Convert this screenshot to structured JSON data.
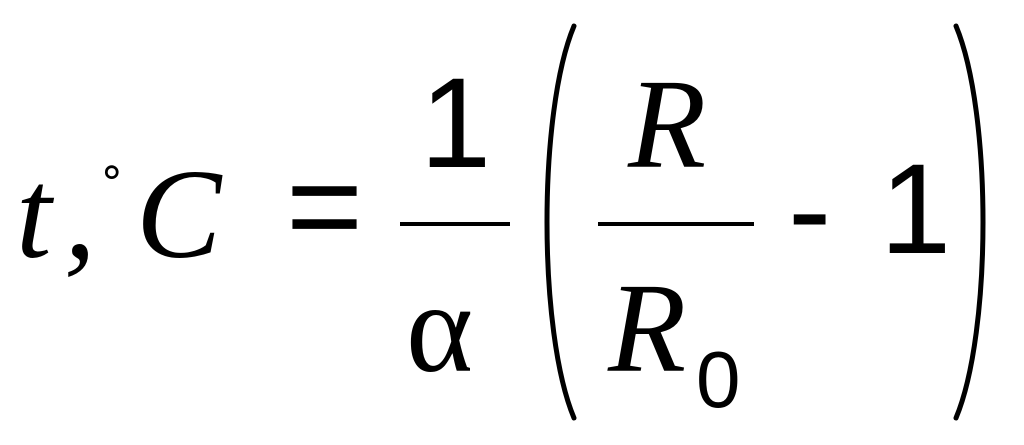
{
  "formula": {
    "variable": "t",
    "comma": ",",
    "degree_symbol": "∘",
    "unit": "C",
    "equals": "=",
    "outer_fraction": {
      "numerator": "1",
      "denominator": "α"
    },
    "inner_fraction": {
      "numerator": "R",
      "denominator_base": "R",
      "denominator_subscript": "0"
    },
    "minus": "-",
    "subtracted": "1"
  }
}
